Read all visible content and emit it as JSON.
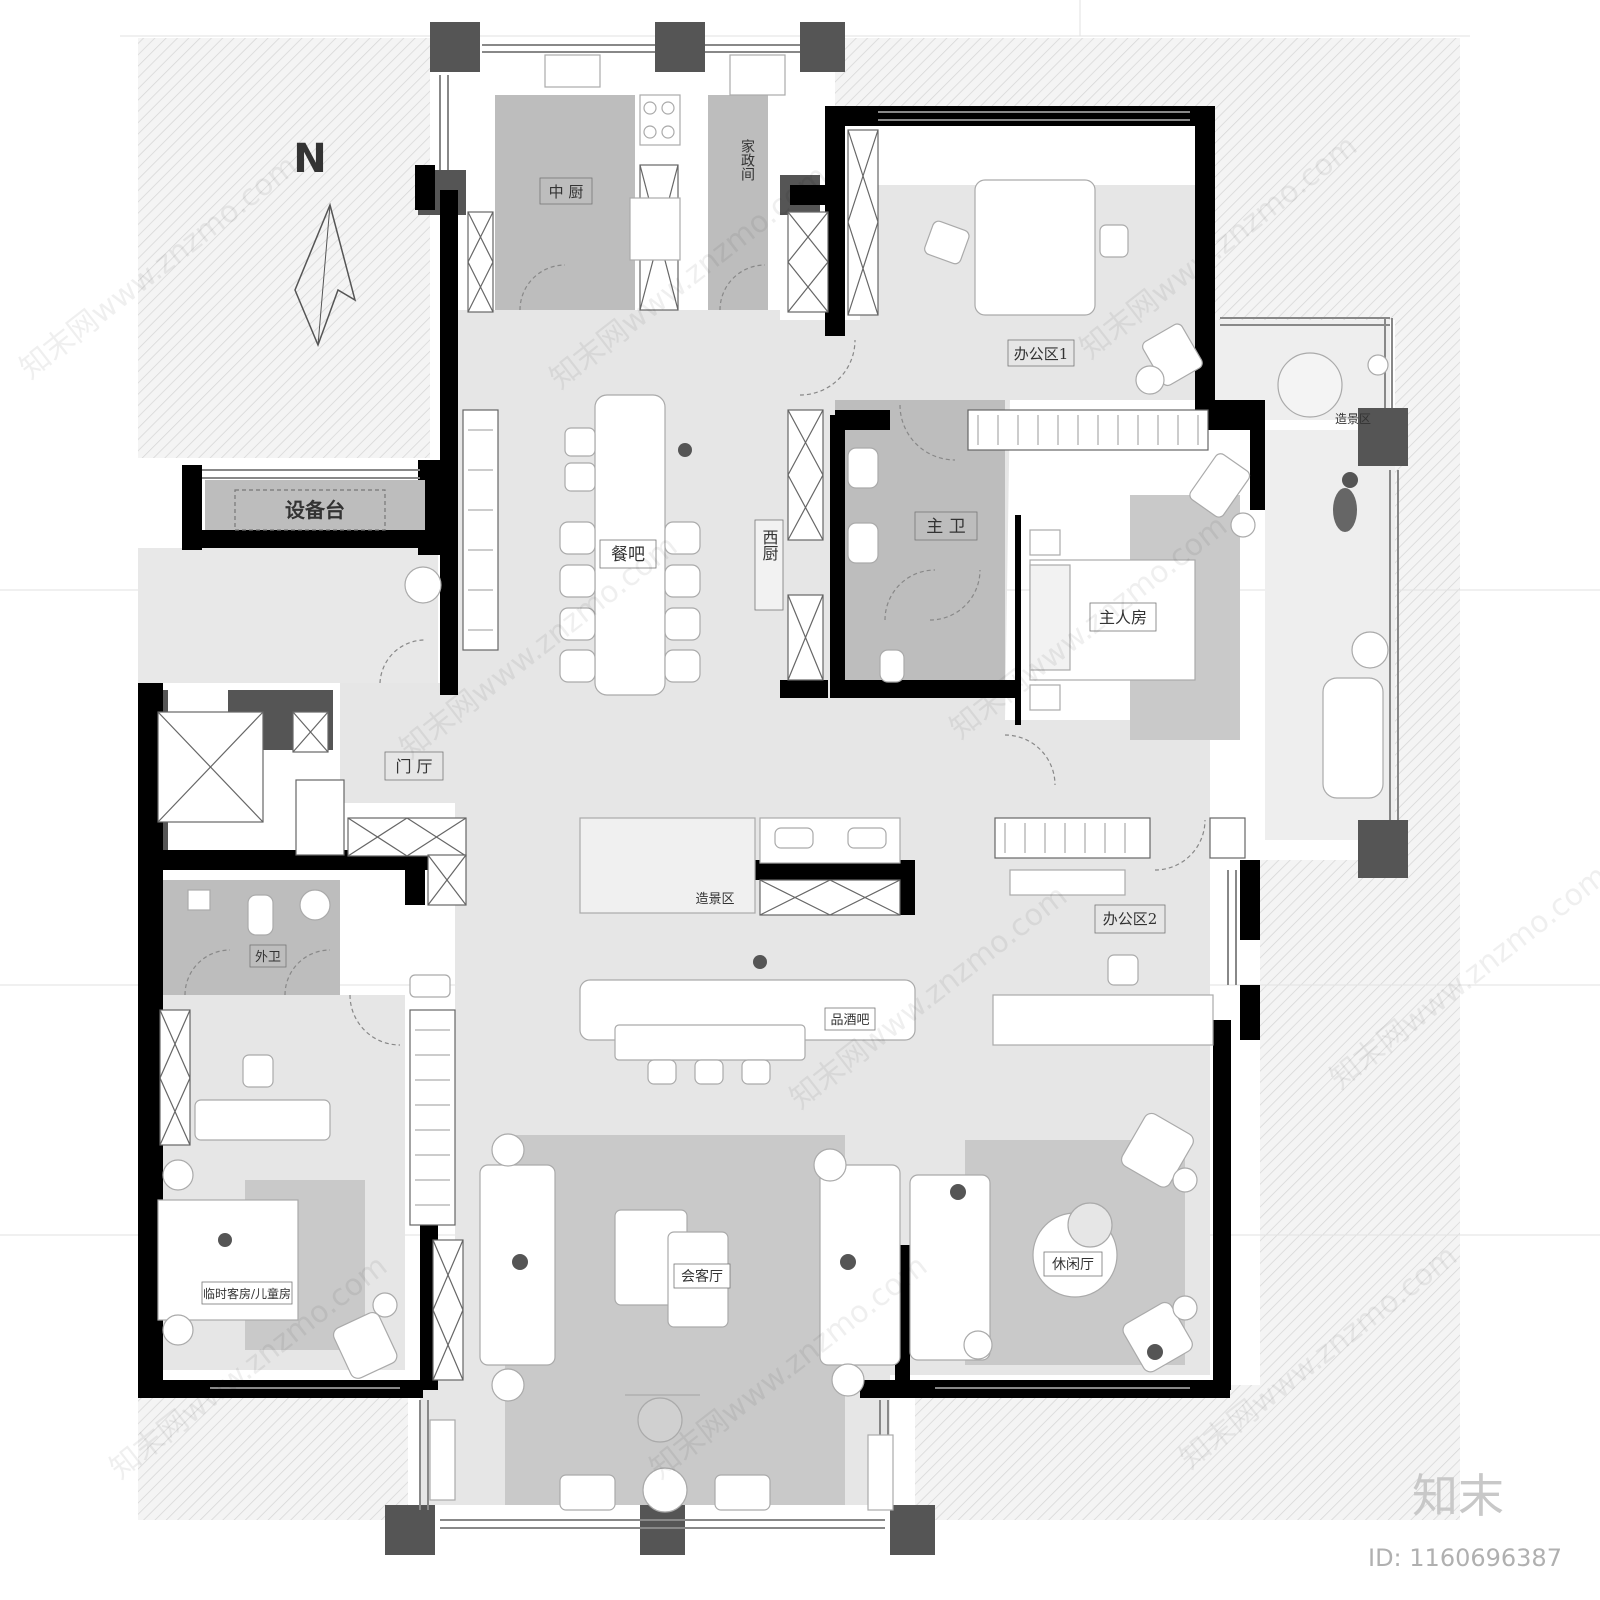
{
  "north_label": "N",
  "rooms": {
    "zhong_chu": "中 厨",
    "jiazheng_jian": "家政间",
    "bangong_1": "办公区1",
    "zaojing_top": "造景区",
    "shebei_tai": "设备台",
    "can_ba": "餐吧",
    "xi_chu": "西厨",
    "zhu_wei": "主 卫",
    "zhuren_fang": "主人房",
    "men_ting": "门 厅",
    "zaojing_mid": "造景区",
    "bangong_2": "办公区2",
    "wai_wei": "外卫",
    "pinjiu_ba": "品酒吧",
    "linshi_kefang": "临时客房/儿童房",
    "huike_ting": "会客厅",
    "xiuxian_ting": "休闲厅"
  },
  "brand": "知末",
  "id_label": "ID: 1160696387",
  "watermark": "知末网www.znzmo.com",
  "colors": {
    "wall": "#000000",
    "column": "#555555",
    "floor": "#e6e6e6",
    "wet_floor": "#bdbdbd",
    "rug": "#c9c9c9",
    "hatch": "#d4d4d4"
  }
}
